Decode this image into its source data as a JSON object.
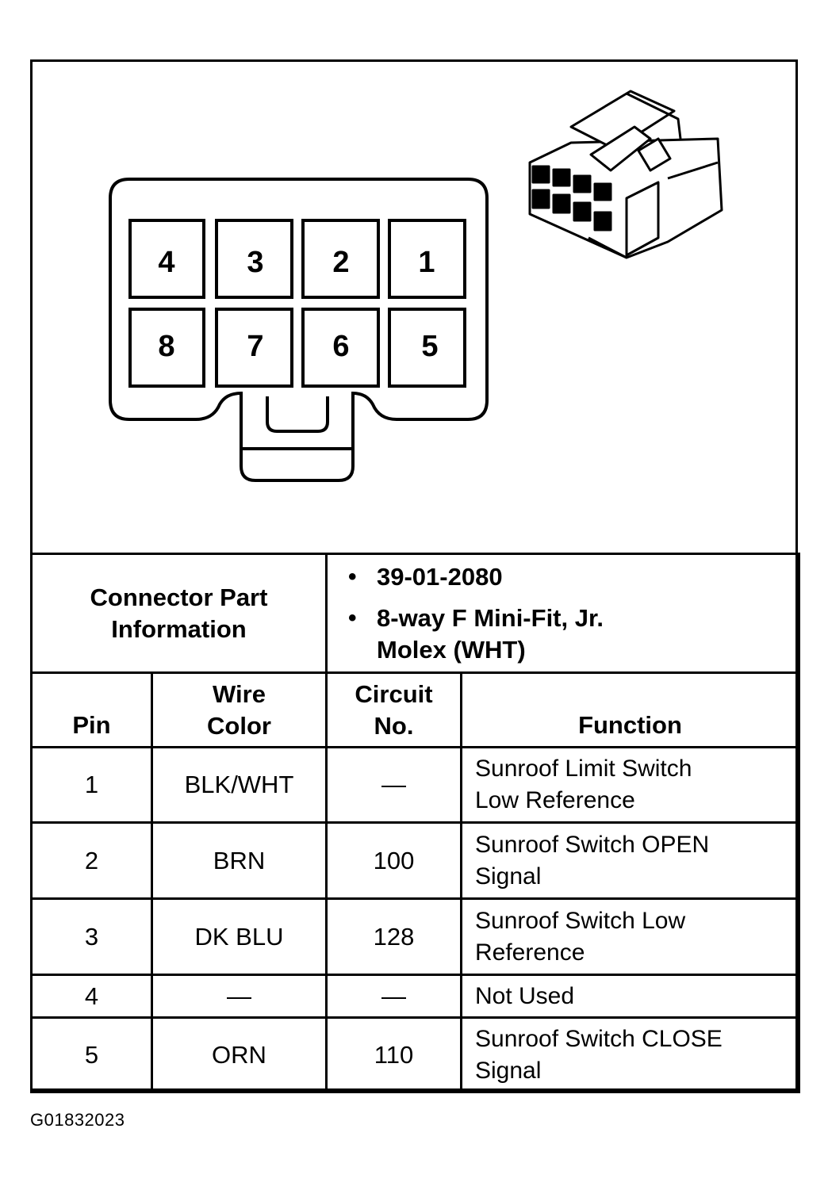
{
  "connector_face": {
    "pins_top_row": [
      "4",
      "3",
      "2",
      "1"
    ],
    "pins_bottom_row": [
      "8",
      "7",
      "6",
      "5"
    ]
  },
  "part_info": {
    "label": "Connector Part Information",
    "lines": [
      "39-01-2080",
      "8-way F Mini-Fit, Jr.",
      "Molex (WHT)"
    ]
  },
  "headers": {
    "pin": "Pin",
    "wire_color_line1": "Wire",
    "wire_color_line2": "Color",
    "circuit_line1": "Circuit",
    "circuit_line2": "No.",
    "function": "Function"
  },
  "rows": [
    {
      "pin": "1",
      "wire": "BLK/WHT",
      "circuit": "—",
      "func1": "Sunroof Limit Switch",
      "func2": "Low Reference"
    },
    {
      "pin": "2",
      "wire": "BRN",
      "circuit": "100",
      "func1": "Sunroof Switch OPEN",
      "func2": "Signal"
    },
    {
      "pin": "3",
      "wire": "DK BLU",
      "circuit": "128",
      "func1": "Sunroof Switch Low",
      "func2": "Reference"
    },
    {
      "pin": "4",
      "wire": "—",
      "circuit": "—",
      "func1": "Not Used",
      "func2": ""
    },
    {
      "pin": "5",
      "wire": "ORN",
      "circuit": "110",
      "func1": "Sunroof Switch CLOSE",
      "func2": "Signal"
    }
  ],
  "caption": "G01832023"
}
